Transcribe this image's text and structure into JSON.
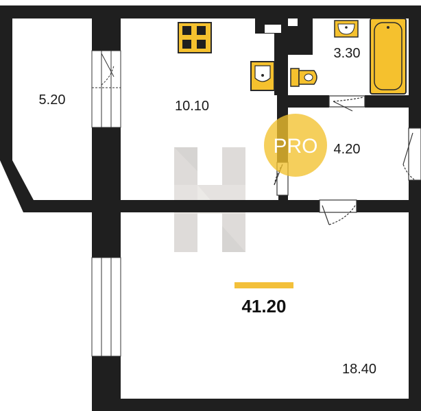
{
  "plan": {
    "rooms": [
      {
        "id": "balcony",
        "area": "5.20"
      },
      {
        "id": "kitchen",
        "area": "10.10"
      },
      {
        "id": "bathroom",
        "area": "3.30"
      },
      {
        "id": "hallway",
        "area": "4.20"
      },
      {
        "id": "living-room",
        "area": "18.40"
      }
    ],
    "total_area": "41.20",
    "badge_text": "PRO"
  },
  "colors": {
    "wall": "#1f1f1f",
    "fixture": "#f5c12e",
    "fixture_outline": "#2a2a2a",
    "accent_bar": "#f3c03a",
    "badge": "#f2c12e",
    "watermark": "#8a8278"
  },
  "icons": [
    "stove-icon",
    "sink-icon",
    "toilet-icon",
    "washbasin-icon",
    "bathtub-icon",
    "door-icon",
    "window-icon",
    "watermark-logo",
    "pro-badge"
  ]
}
